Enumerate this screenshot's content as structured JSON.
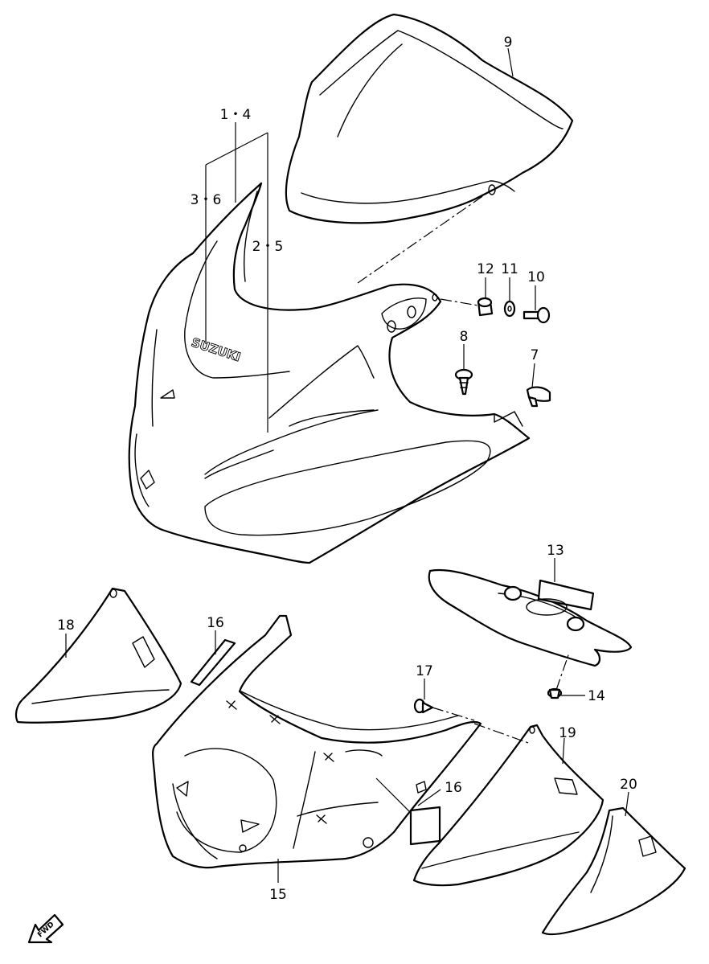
{
  "callouts": {
    "c1_4": "1・4",
    "c3_6": "3・6",
    "c2_5": "2・5",
    "c7": "7",
    "c8": "8",
    "c9": "9",
    "c10": "10",
    "c11": "11",
    "c12": "12",
    "c13": "13",
    "c14": "14",
    "c15": "15",
    "c16a": "16",
    "c16b": "16",
    "c17": "17",
    "c18": "18",
    "c19": "19",
    "c20": "20"
  },
  "logo": "SUZUKI",
  "fwd_label": "FWD"
}
